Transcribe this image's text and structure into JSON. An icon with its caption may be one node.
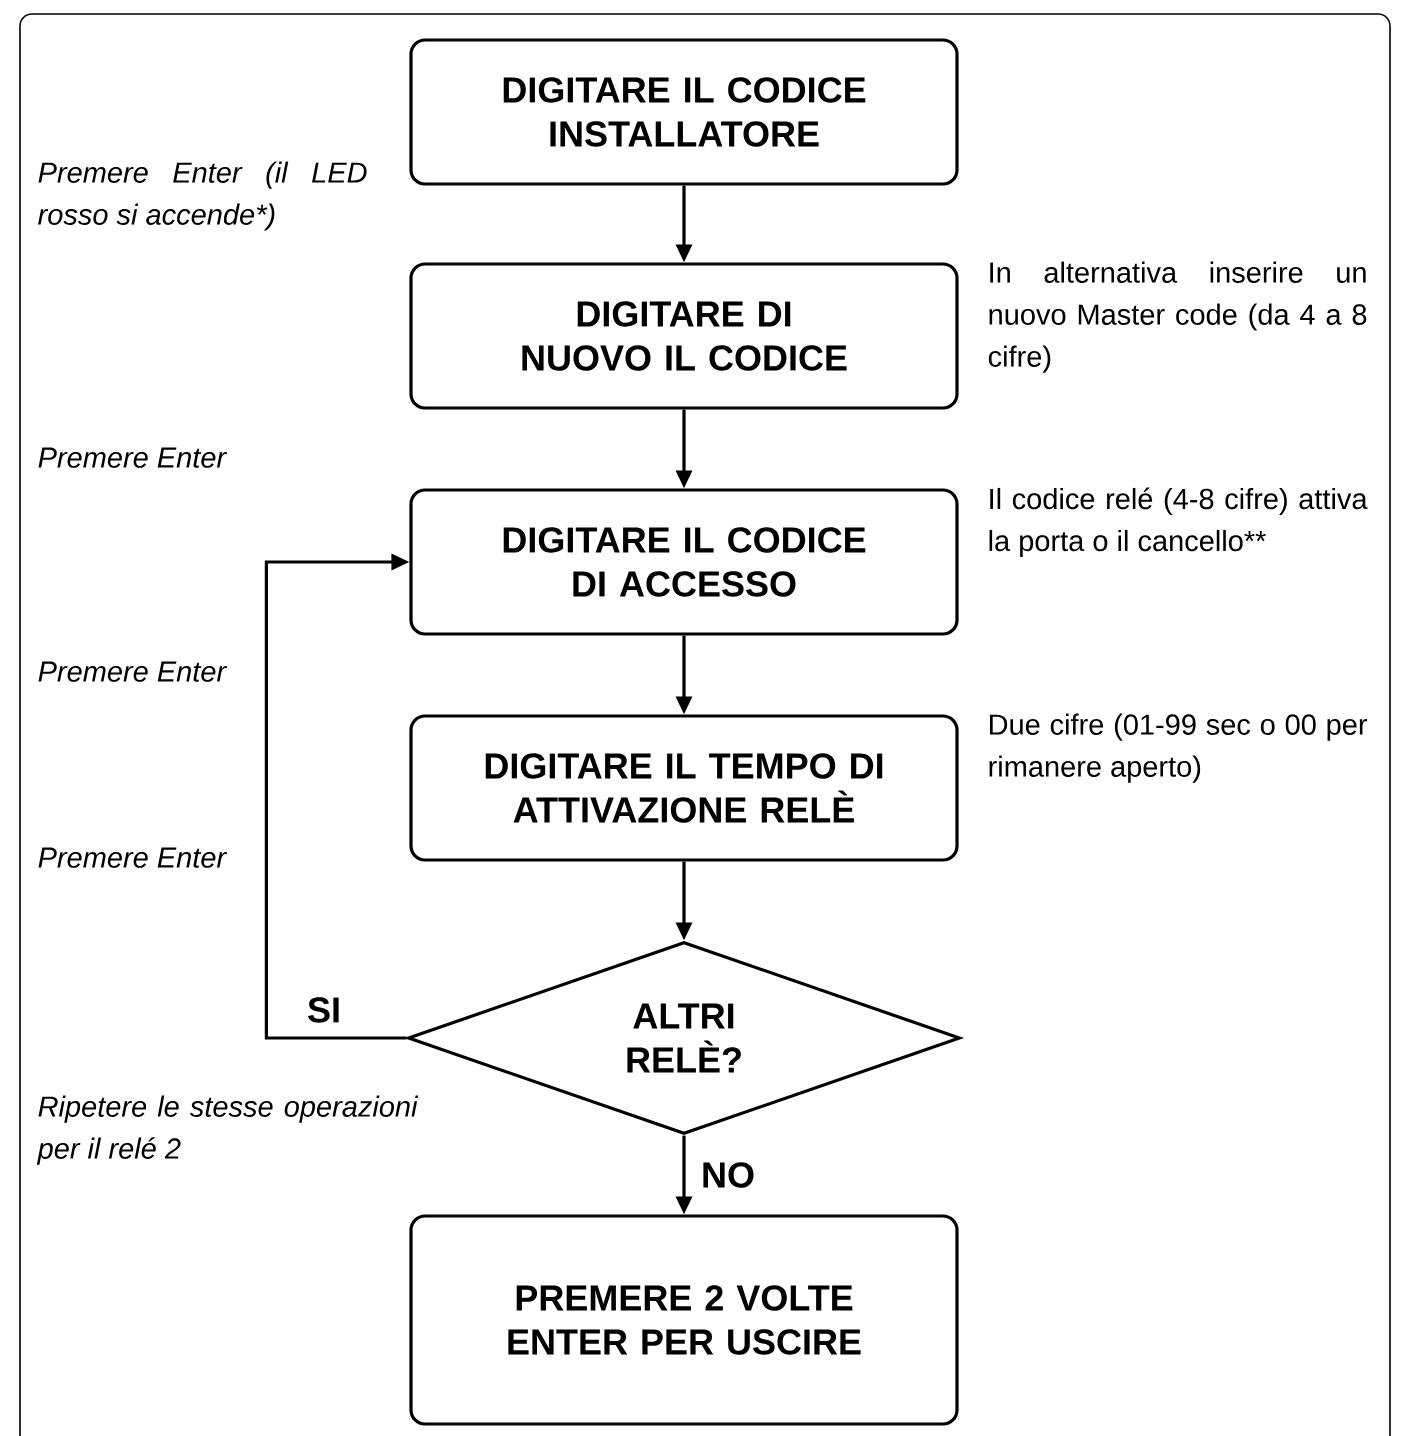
{
  "diagram": {
    "nodes": [
      {
        "text": [
          "DIGITARE IL CODICE INSTALLATORE"
        ]
      },
      {
        "text": [
          "DIGITARE DI NUOVO IL CODICE"
        ],
        "beside": [
          "In alternativa inserire un nuovo Master code (da 4 a 8 cifre)"
        ]
      },
      {
        "text": [
          "DIGITARE IL CODICE DI ACCESSO"
        ],
        "beside": [
          "Il codice relé (4-8 cifre) attiva la porta o il cancello**"
        ]
      },
      {
        "text": [
          "DIGITARE IL TEMPO DI ATTIVAZIONE RELÈ"
        ],
        "beside": [
          "Due cifre (01-99 sec o 00 per rimanere aperto)"
        ]
      },
      {
        "text": [
          "ALTRI RELÈ?"
        ]
      },
      {
        "text": [
          "PREMERE 2 VOLTE ENTER PER USCIRE"
        ]
      }
    ],
    "edges": [
      {
        "from": 0,
        "to": 1,
        "arrow": "to"
      },
      {
        "from": 1,
        "to": 2,
        "arrow": "to"
      },
      {
        "from": 2,
        "to": 3,
        "arrow": "to"
      },
      {
        "from": 3,
        "to": 4,
        "arrow": "to"
      },
      {
        "from": 4,
        "to": 2,
        "arrow": "to",
        "label": "SI"
      },
      {
        "from": 4,
        "to": 5,
        "arrow": "to",
        "label": "NO"
      }
    ],
    "labels": [
      "Premere Enter (il LED rosso si accende*)",
      "Premere Enter",
      "Premere Enter",
      "Premere Enter",
      "Ripetere le stesse operazioni per il relé 2"
    ]
  }
}
